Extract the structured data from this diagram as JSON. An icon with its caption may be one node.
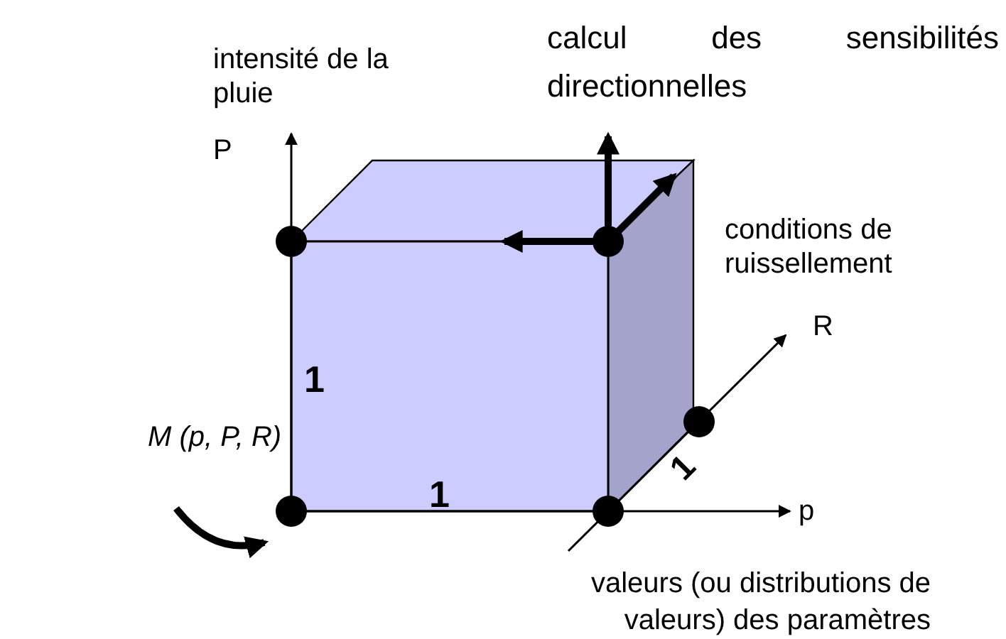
{
  "diagram": {
    "labels": [
      "intensité de la pluie",
      "calcul des sensibilités directionnelles",
      "P",
      "conditions de ruissellement",
      "R",
      "1",
      "M (p, P, R)",
      "1",
      "1",
      "p",
      "valeurs (ou distributions de valeurs) des paramètres"
    ]
  }
}
